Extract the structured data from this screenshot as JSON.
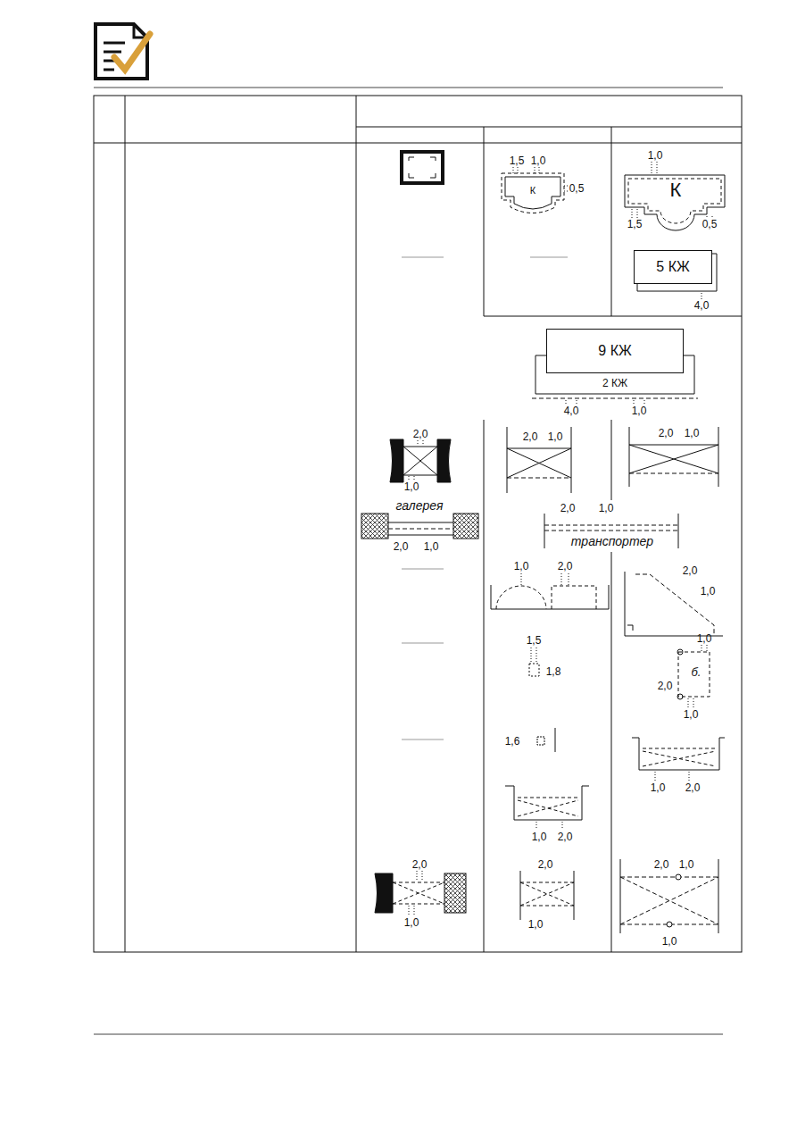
{
  "diagram": {
    "nodes": [
      {
        "text": [
          "К"
        ]
      },
      {
        "text": [
          "К"
        ]
      },
      {
        "text": [
          "5 КЖ"
        ]
      },
      {
        "text": [
          "9 КЖ"
        ]
      }
    ],
    "labels": [
      "1,5",
      "1,0",
      "0,5",
      "1,0",
      "1,5",
      "0,5",
      "4,0",
      "2 КЖ",
      "4,0",
      "1,0",
      "2,0",
      "1,0",
      "2,0",
      "1,0",
      "2,0",
      "1,0",
      "галерея",
      "2,0",
      "1,0",
      "2,0",
      "1,0",
      "транспортер",
      "1,0",
      "2,0",
      "2,0",
      "1,0",
      "1,5",
      "1,8",
      "1,0",
      "2,0",
      "б.",
      "1,0",
      "1,6",
      "1,0",
      "2,0",
      "1,0",
      "2,0",
      "2,0",
      "1,0",
      "2,0",
      "1,0",
      "2,0",
      "1,0",
      "1,0"
    ]
  }
}
